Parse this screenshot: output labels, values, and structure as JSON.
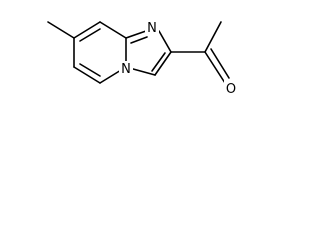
{
  "molecule": {
    "atoms": [
      {
        "id": "N1",
        "symbol": "N"
      },
      {
        "id": "N4",
        "symbol": "N"
      },
      {
        "id": "O1",
        "symbol": "O"
      }
    ],
    "colors": {
      "bond": "#000000",
      "label": "#000000",
      "background": "#ffffff"
    }
  }
}
